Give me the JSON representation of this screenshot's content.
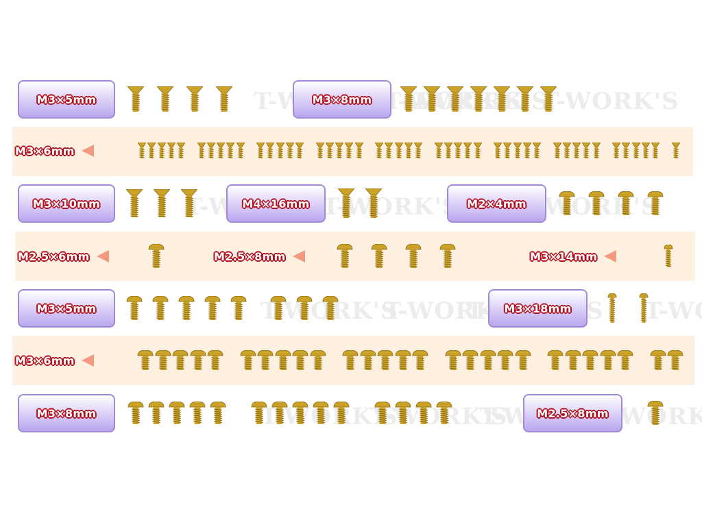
{
  "watermark": "T-WORK'S",
  "colors": {
    "screw_gold": "#c9a227",
    "band_fill": "#fdf0e1",
    "chip_border": "#a08ad6",
    "label_outline": "#b0101d",
    "arrow": "#f19a7f"
  },
  "rows": [
    {
      "band": false,
      "groups": [
        {
          "label": "M3×5mm",
          "boxed": true,
          "head": "flat",
          "count": 4
        },
        {
          "label": "M3×8mm",
          "boxed": true,
          "head": "flat",
          "count": 7
        }
      ]
    },
    {
      "band": true,
      "groups": [
        {
          "label": "M3×6mm",
          "boxed": false,
          "arrow": true,
          "head": "flat-small",
          "count": 46
        }
      ]
    },
    {
      "band": false,
      "groups": [
        {
          "label": "M3×10mm",
          "boxed": true,
          "head": "flat",
          "count": 3
        },
        {
          "label": "M4×16mm",
          "boxed": true,
          "head": "flat",
          "count": 2
        },
        {
          "label": "M2×4mm",
          "boxed": true,
          "head": "round",
          "count": 4
        }
      ]
    },
    {
      "band": true,
      "groups": [
        {
          "label": "M2.5×6mm",
          "boxed": false,
          "arrow": true,
          "head": "round",
          "count": 1
        },
        {
          "label": "M2.5×8mm",
          "boxed": false,
          "arrow": true,
          "head": "round",
          "count": 4
        },
        {
          "label": "M3×14mm",
          "boxed": false,
          "arrow": true,
          "head": "round-small",
          "count": 1
        }
      ]
    },
    {
      "band": false,
      "groups": [
        {
          "label": "M3×5mm",
          "boxed": true,
          "head": "round",
          "count": 8
        },
        {
          "label": "M3×18mm",
          "boxed": true,
          "head": "round-small",
          "count": 2
        }
      ]
    },
    {
      "band": true,
      "groups": [
        {
          "label": "M3×6mm",
          "boxed": false,
          "arrow": true,
          "head": "round",
          "count": 27
        }
      ]
    },
    {
      "band": false,
      "groups": [
        {
          "label": "M3×8mm",
          "boxed": true,
          "head": "round",
          "count": 14
        },
        {
          "label": "M2.5×8mm",
          "boxed": true,
          "head": "round",
          "count": 1
        }
      ]
    }
  ]
}
